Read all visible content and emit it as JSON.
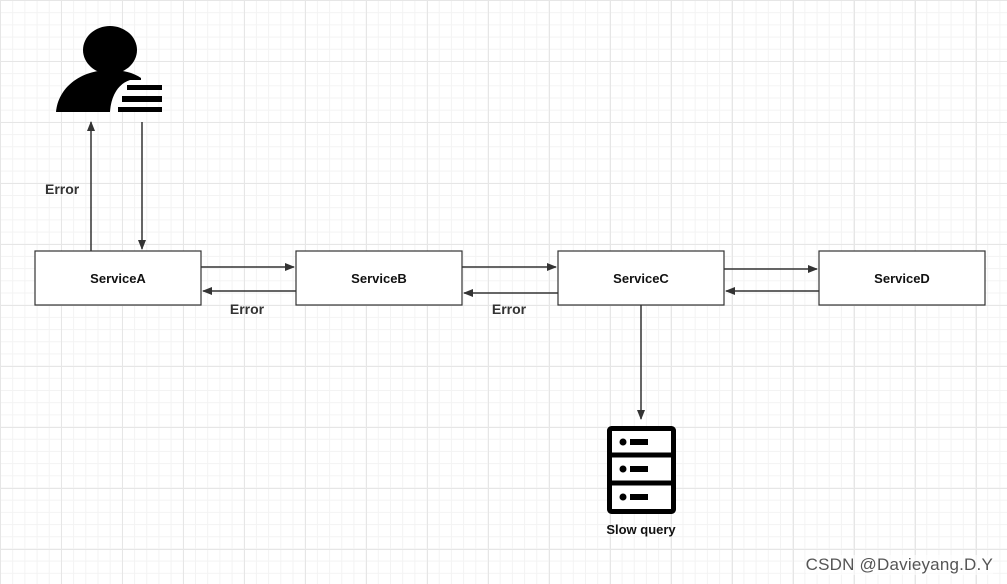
{
  "services": {
    "a": "ServiceA",
    "b": "ServiceB",
    "c": "ServiceC",
    "d": "ServiceD"
  },
  "labels": {
    "error_user": "Error",
    "error_ab": "Error",
    "error_bc": "Error",
    "slow_query": "Slow query"
  },
  "icons": {
    "user": "user-list-icon",
    "database": "server-database-icon"
  },
  "watermark": "CSDN @Davieyang.D.Y",
  "colors": {
    "stroke": "#333333",
    "icon": "#000000",
    "node_fill": "#ffffff"
  }
}
